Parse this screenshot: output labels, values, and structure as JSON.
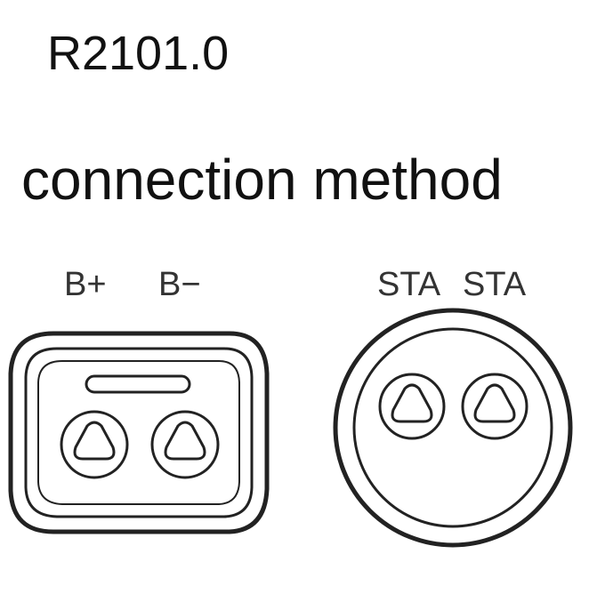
{
  "header": {
    "model": "R2101.0",
    "subtitle": "connection method"
  },
  "left_connector": {
    "pins": [
      {
        "label": "B+"
      },
      {
        "label": "B−"
      }
    ]
  },
  "right_connector": {
    "pins": [
      {
        "label": "STA"
      },
      {
        "label": "STA"
      }
    ]
  },
  "colors": {
    "line": "#222222",
    "text": "#111111",
    "background": "#ffffff"
  }
}
